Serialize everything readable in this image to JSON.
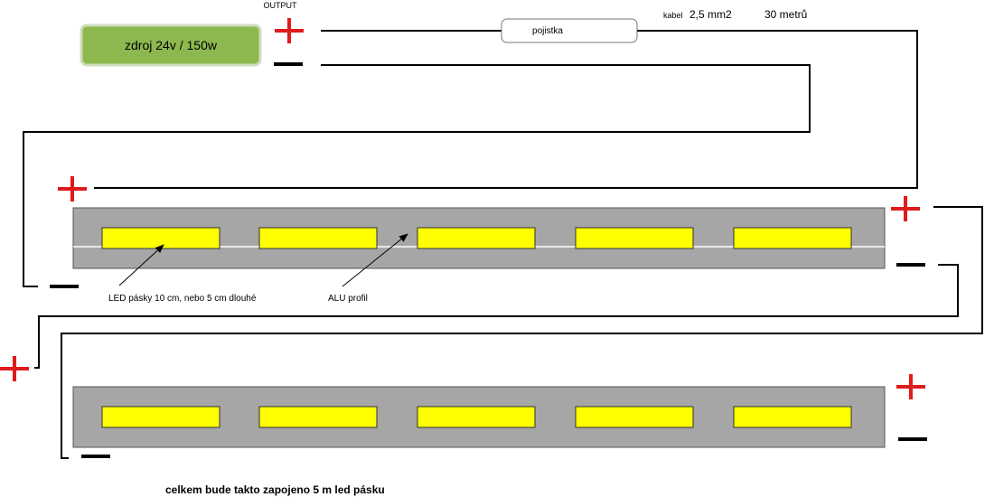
{
  "power_supply": {
    "label": "zdroj 24v / 150w",
    "fill_color": "#8db84f"
  },
  "output_label": "OUTPUT",
  "fuse_label": "pojistka",
  "cable": {
    "prefix": "kabel",
    "spec": "2,5 mm2",
    "length": "30 metrů"
  },
  "annotations": {
    "led_strips": "LED pásky 10 cm, nebo 5 cm dlouhé",
    "alu_profile": "ALU profil"
  },
  "footer": "celkem bude takto zapojeno 5 m led pásku",
  "colors": {
    "profile": "#a6a6a6",
    "led": "#ffff00",
    "plus": "#e01b1b",
    "wire": "#000000"
  },
  "symbols": {
    "plus": "+",
    "minus": "−"
  }
}
